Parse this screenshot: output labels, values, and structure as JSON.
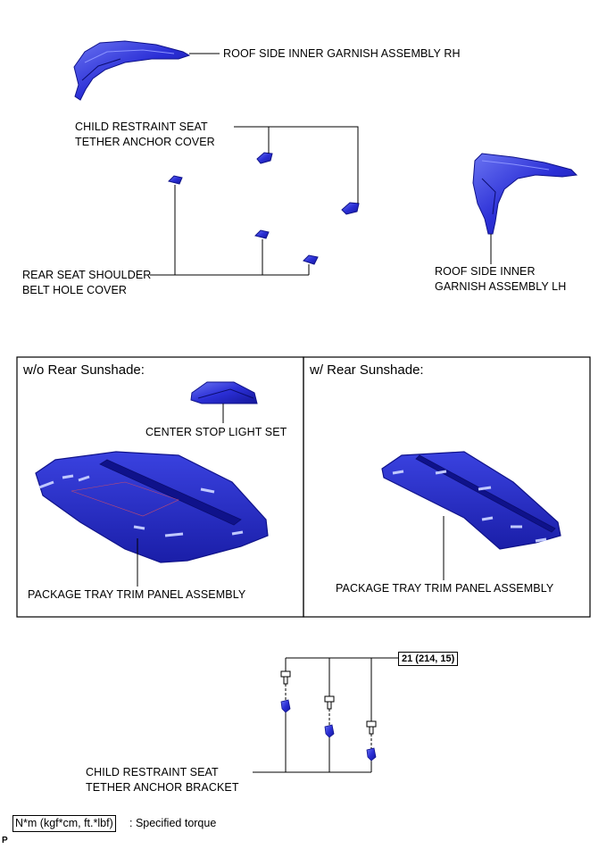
{
  "labels": {
    "roof_rh": "ROOF SIDE INNER GARNISH ASSEMBLY RH",
    "tether_cover_l1": "CHILD RESTRAINT SEAT",
    "tether_cover_l2": "TETHER ANCHOR COVER",
    "roof_lh_l1": "ROOF SIDE INNER",
    "roof_lh_l2": "GARNISH ASSEMBLY LH",
    "belt_cover_l1": "REAR SEAT SHOULDER",
    "belt_cover_l2": "BELT HOLE COVER",
    "stop_light": "CENTER STOP LIGHT SET",
    "tray_left": "PACKAGE TRAY TRIM PANEL ASSEMBLY",
    "tray_right": "PACKAGE TRAY TRIM PANEL ASSEMBLY",
    "bracket_l1": "CHILD RESTRAINT SEAT",
    "bracket_l2": "TETHER ANCHOR BRACKET"
  },
  "panels": {
    "left_header": "w/o Rear Sunshade:",
    "right_header": "w/ Rear Sunshade:"
  },
  "torque": "21 (214, 15)",
  "legend": {
    "unit": "N*m (kgf*cm, ft.*lbf)",
    "text": ": Specified torque"
  },
  "corner_mark": "P",
  "colors": {
    "part_fill": "#2b2fd6",
    "part_dark": "#12158a",
    "part_light": "#5c68f0",
    "line": "#000000"
  }
}
